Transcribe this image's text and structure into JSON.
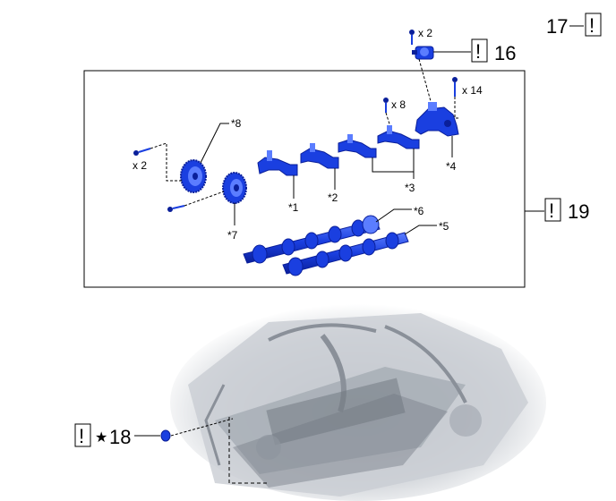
{
  "callouts": {
    "c17": "17",
    "c16": "16",
    "c19": "19",
    "c18": "18",
    "star": "★",
    "caution_mark": "!"
  },
  "labels": {
    "p1": "*1",
    "p2": "*2",
    "p3": "*3",
    "p4": "*4",
    "p5": "*5",
    "p6": "*6",
    "p7": "*7",
    "p8": "*8"
  },
  "quantities": {
    "bolt_top": "x 2",
    "bolt_8": "x 8",
    "bolt_14": "x 14",
    "bolt_left": "x 2"
  },
  "colors": {
    "part_blue": "#1a3fe0",
    "part_dark": "#0a1f9a",
    "part_light": "#5b7dff",
    "engine_gray": "#c9cdd3",
    "line": "#000000"
  }
}
